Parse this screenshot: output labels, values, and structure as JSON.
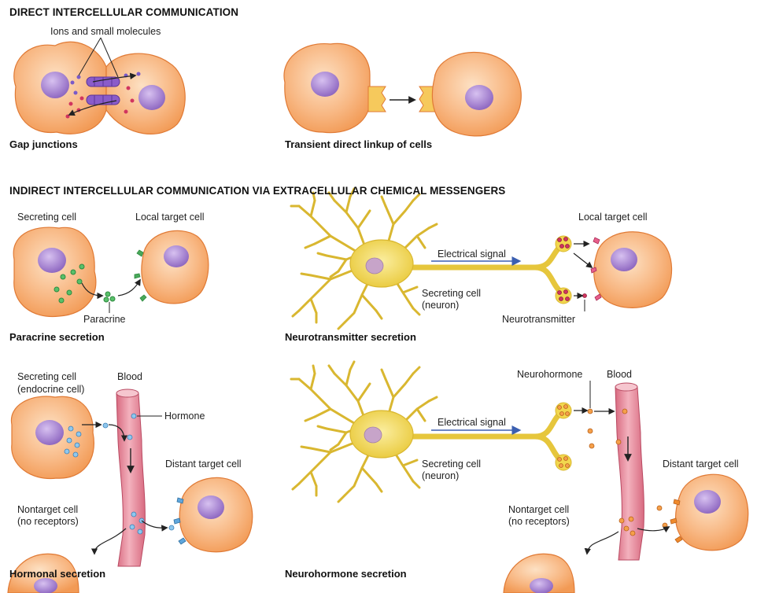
{
  "sections": {
    "direct": "DIRECT INTERCELLULAR COMMUNICATION",
    "indirect": "INDIRECT INTERCELLULAR COMMUNICATION VIA EXTRACELLULAR CHEMICAL MESSENGERS"
  },
  "captions": {
    "gap": "Gap junctions",
    "transient": "Transient direct linkup of cells",
    "paracrine": "Paracrine secretion",
    "neurotransmitter": "Neurotransmitter secretion",
    "hormonal": "Hormonal secretion",
    "neurohormone": "Neurohormone secretion"
  },
  "labels": {
    "ions": "Ions and small molecules",
    "para_secreting": "Secreting cell",
    "para_local": "Local target cell",
    "paracrine": "Paracrine",
    "nt_local": "Local target cell",
    "nt_signal": "Electrical signal",
    "nt_secreting_1": "Secreting cell",
    "nt_secreting_2": "(neuron)",
    "neurotransmitter": "Neurotransmitter",
    "horm_secreting_1": "Secreting cell",
    "horm_secreting_2": "(endocrine cell)",
    "horm_blood": "Blood",
    "hormone": "Hormone",
    "horm_distant": "Distant target cell",
    "horm_nontarget_1": "Nontarget cell",
    "horm_nontarget_2": "(no receptors)",
    "nh_neurohormone": "Neurohormone",
    "nh_blood": "Blood",
    "nh_signal": "Electrical signal",
    "nh_secreting_1": "Secreting cell",
    "nh_secreting_2": "(neuron)",
    "nh_distant": "Distant target cell",
    "nh_nontarget_1": "Nontarget cell",
    "nh_nontarget_2": "(no receptors)"
  },
  "colors": {
    "cell_fill": "#f7b57f",
    "cell_stroke": "#e07a35",
    "nucleus": "#a47fcf",
    "neuron": "#f2d74e",
    "vessel": "#e8899a",
    "paracrine": "#3fae52",
    "hormone": "#6fb6e6",
    "neurotransmitter": "#d1355f",
    "neurohormone": "#f08a2c",
    "signal_arrow": "#3b5fb0",
    "gap_junction": "#7a4fc0"
  }
}
